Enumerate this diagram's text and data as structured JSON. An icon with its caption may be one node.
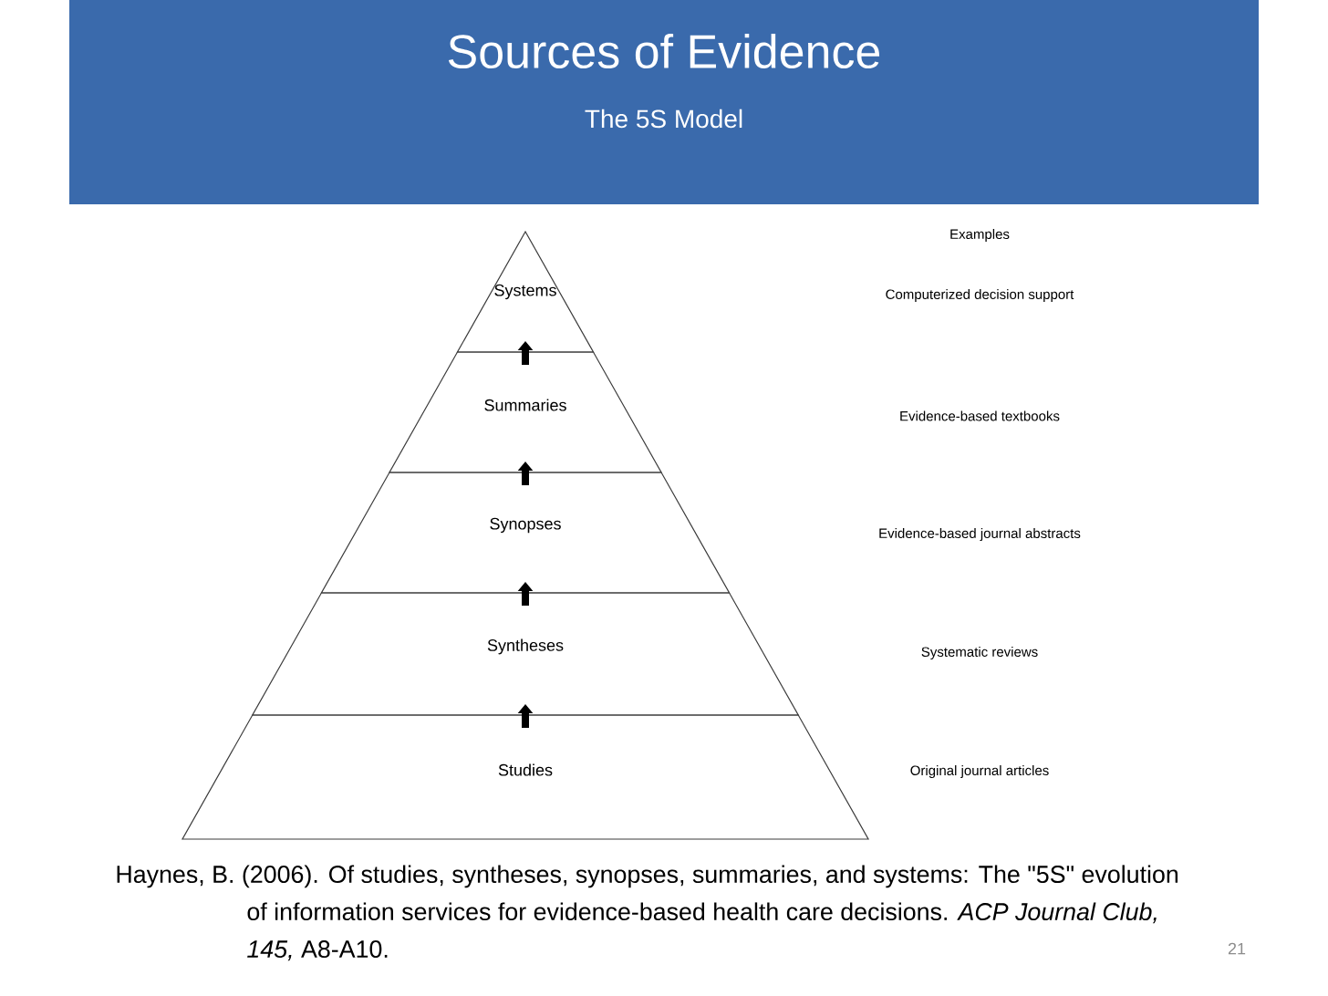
{
  "diagram": {
    "title": "Sources of Evidence",
    "nodes": [
      {
        "text": [
          "Systems"
        ]
      },
      {
        "text": [
          "Summaries"
        ]
      },
      {
        "text": [
          "Synopses"
        ]
      },
      {
        "text": [
          "Syntheses"
        ]
      },
      {
        "text": [
          "Studies"
        ]
      }
    ],
    "edges": [
      {
        "from": 4,
        "to": 3,
        "arrow": "to"
      },
      {
        "from": 3,
        "to": 2,
        "arrow": "to"
      },
      {
        "from": 2,
        "to": 1,
        "arrow": "to"
      },
      {
        "from": 1,
        "to": 0,
        "arrow": "to"
      }
    ],
    "labels": [
      "The 5S Model",
      "Examples",
      "Computerized decision support",
      "Evidence-based textbooks",
      "Evidence-based journal abstracts",
      "Systematic reviews",
      "Original journal articles",
      "Haynes, B. (2006). Of studies, syntheses, synopses, summaries, and systems: The \"5S\" evolution of information services for evidence-based health care decisions. *ACP Journal Club, 145,* A8-A10.",
      "21"
    ]
  }
}
